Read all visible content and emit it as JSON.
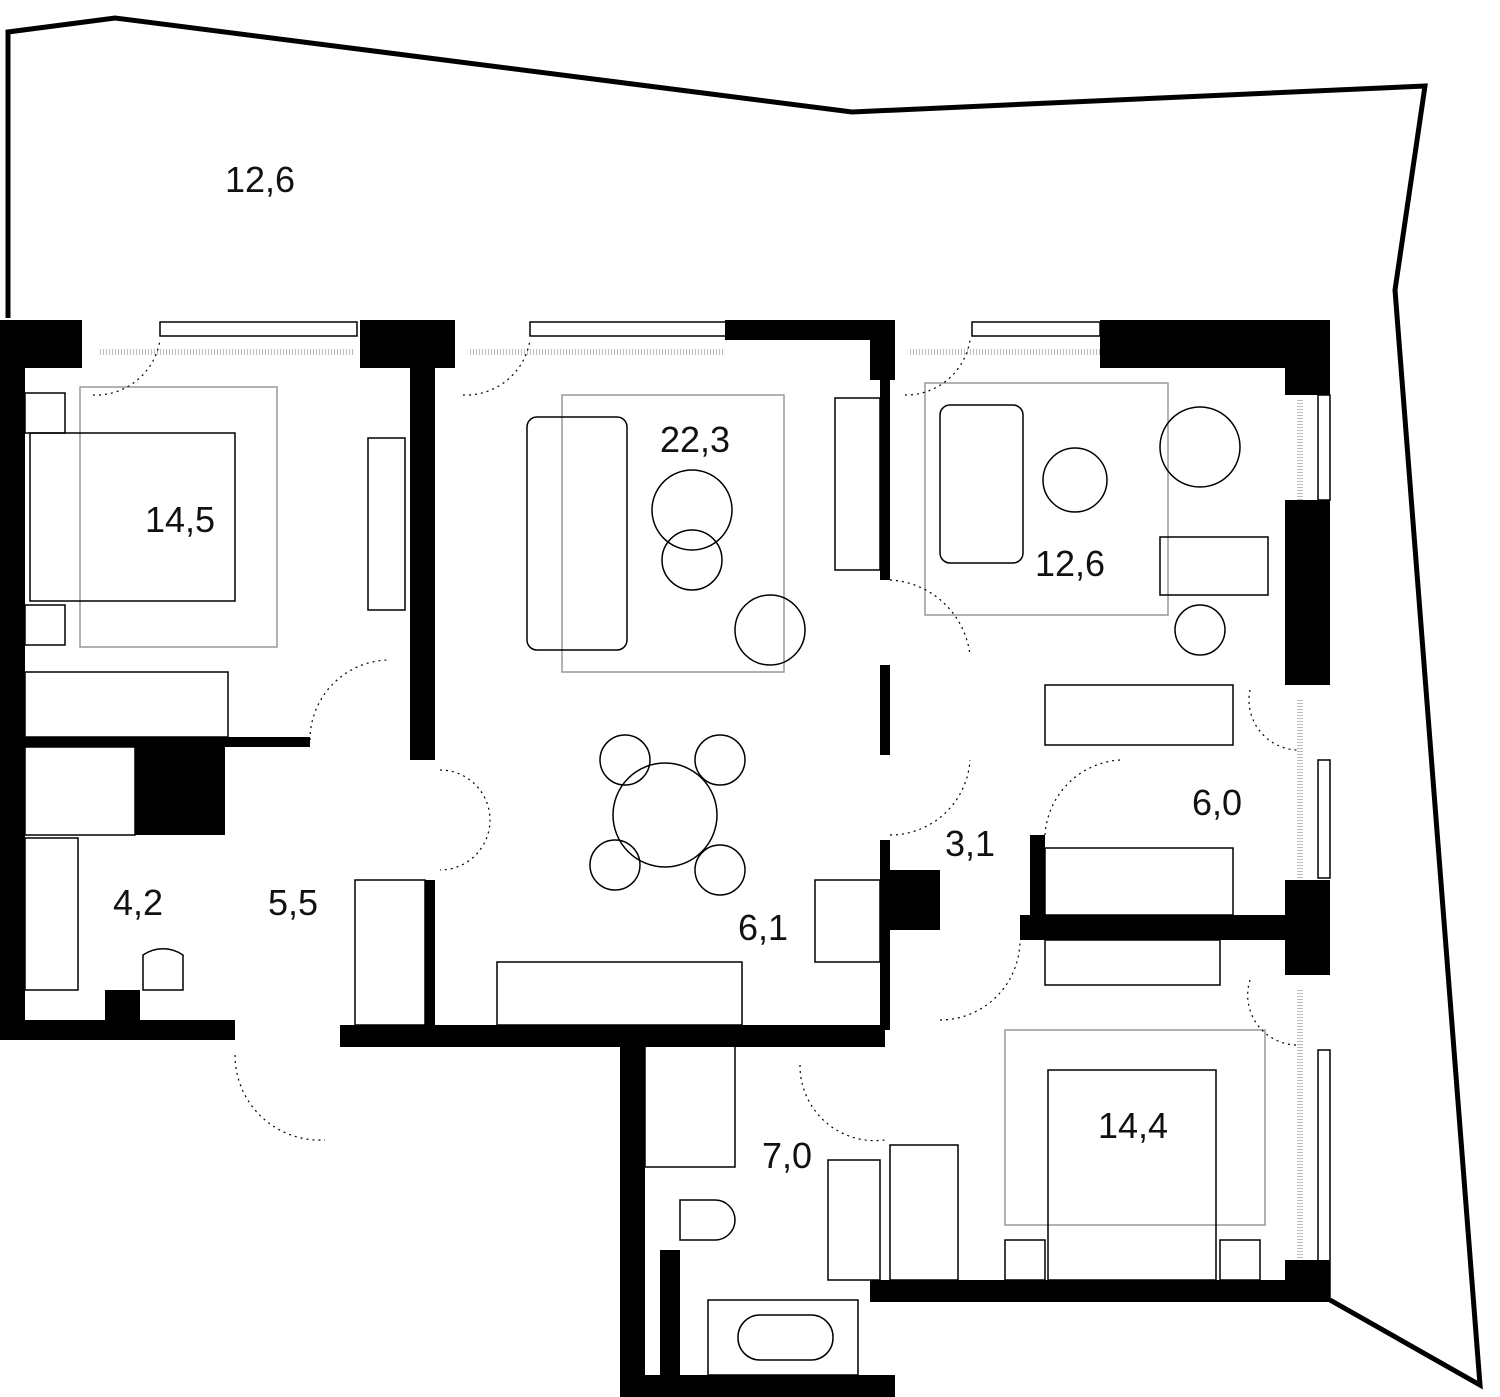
{
  "plan": {
    "colors": {
      "wall": "#000000",
      "background": "#ffffff",
      "rug": "#999999"
    },
    "rooms": [
      {
        "id": "terrace",
        "area": "12,6"
      },
      {
        "id": "bedroom-1",
        "area": "14,5"
      },
      {
        "id": "living-room",
        "area": "22,3"
      },
      {
        "id": "study",
        "area": "12,6"
      },
      {
        "id": "wardrobe",
        "area": "6,0"
      },
      {
        "id": "corridor",
        "area": "3,1"
      },
      {
        "id": "bathroom-1",
        "area": "4,2"
      },
      {
        "id": "hall",
        "area": "5,5"
      },
      {
        "id": "kitchen",
        "area": "6,1"
      },
      {
        "id": "bathroom-2",
        "area": "7,0"
      },
      {
        "id": "bedroom-2",
        "area": "14,4"
      }
    ]
  }
}
